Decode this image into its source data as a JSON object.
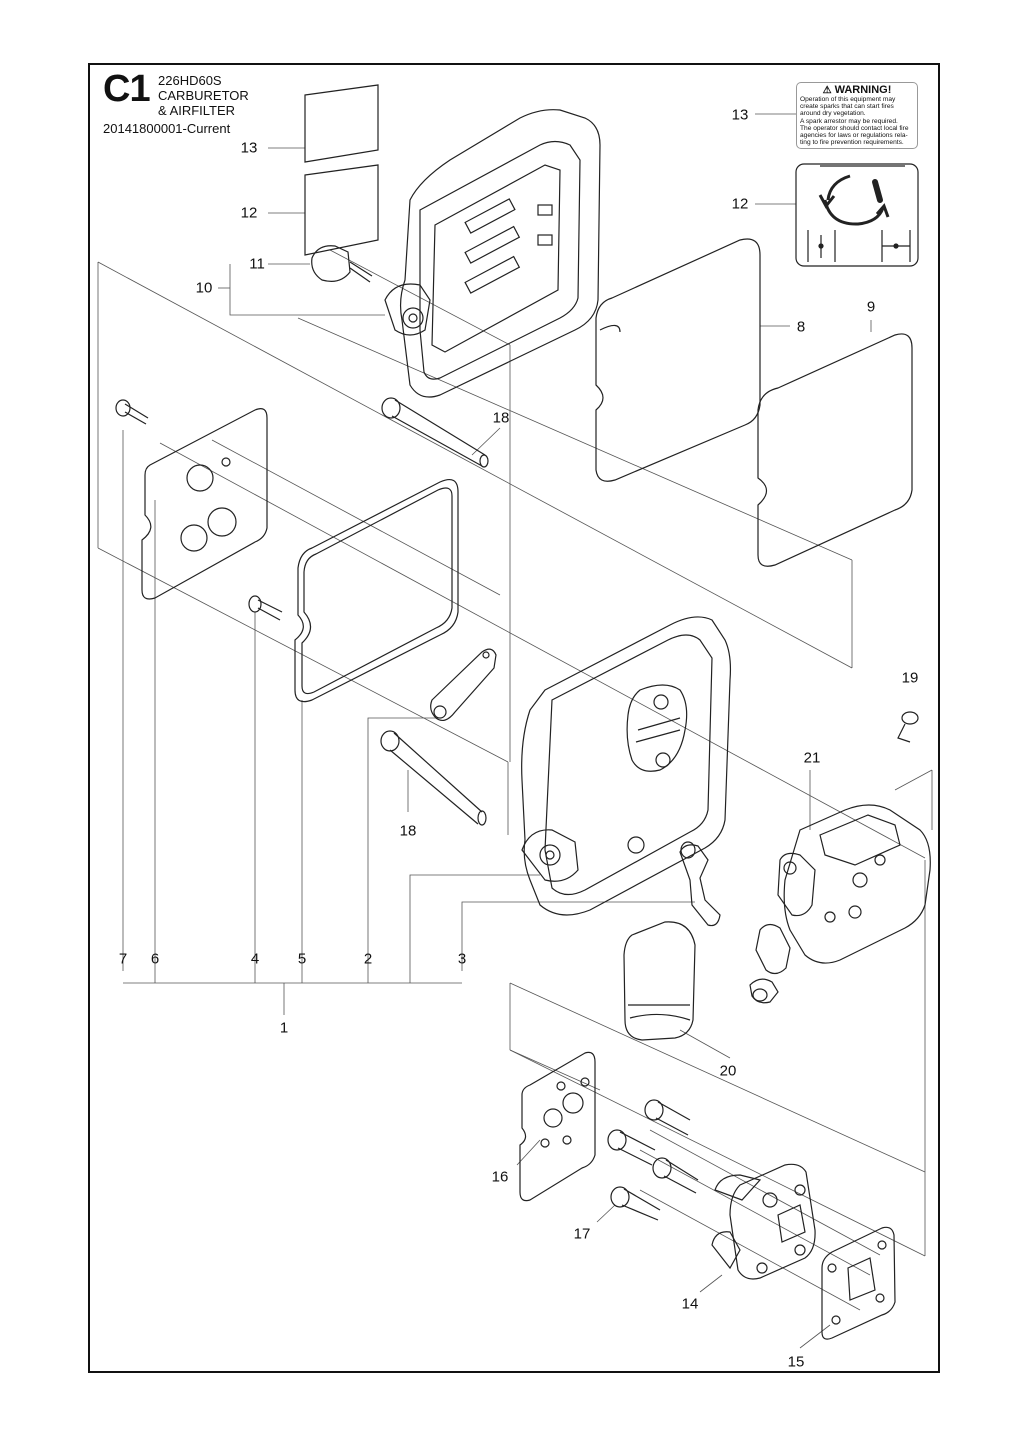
{
  "header": {
    "sheet_id": "C1",
    "model": "226HD60S",
    "title_line1": "CARBURETOR",
    "title_line2": "& AIRFILTER",
    "part_number": "20141800001-Current"
  },
  "warning_label": {
    "title": "WARNING!",
    "lines": [
      "Operation of this equipment may",
      "create sparks that can start fires",
      "around dry vegetation.",
      "A spark arrestor may be required.",
      "The operator should contact local fire",
      "agencies for laws or regulations rela-",
      "ting to fire prevention requirements."
    ]
  },
  "callouts": {
    "c13_top": "13",
    "c12_top": "12",
    "c11": "11",
    "c10": "10",
    "c13_right": "13",
    "c12_right": "12",
    "c8": "8",
    "c9": "9",
    "c18_top": "18",
    "c19": "19",
    "c21": "21",
    "c18_mid": "18",
    "c7": "7",
    "c6": "6",
    "c4": "4",
    "c5": "5",
    "c2": "2",
    "c3": "3",
    "c1": "1",
    "c20": "20",
    "c16": "16",
    "c17": "17",
    "c14": "14",
    "c15": "15"
  },
  "icons": [
    "warning-triangle-icon",
    "recycle-arrows-icon",
    "shaft-dimension-icon"
  ]
}
